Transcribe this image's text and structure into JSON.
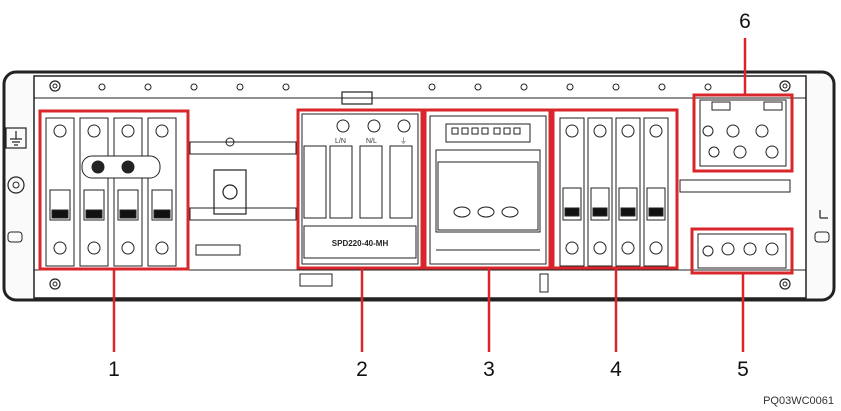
{
  "callouts": [
    {
      "number": "1"
    },
    {
      "number": "2"
    },
    {
      "number": "3"
    },
    {
      "number": "4"
    },
    {
      "number": "5"
    },
    {
      "number": "6"
    }
  ],
  "spd_labels": {
    "ln": "L/N",
    "nl": "N/L",
    "pe": "⏚"
  },
  "spd_model": "SPD220-40-MH",
  "figure_code": "PQ03WC0061",
  "colors": {
    "callout_red": "#d9262b",
    "line": "#222222",
    "panel": "#ffffff"
  }
}
